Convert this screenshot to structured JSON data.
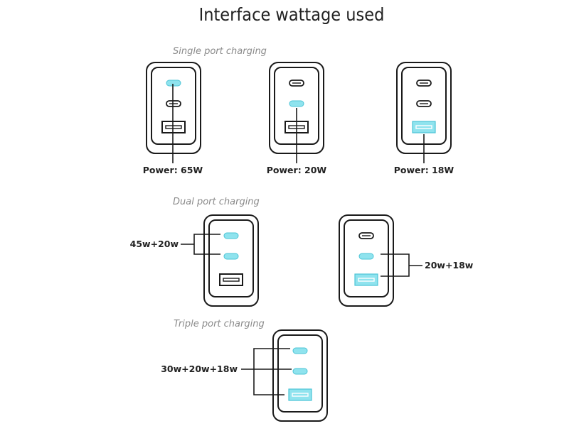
{
  "title": "Interface wattage used",
  "colors": {
    "active": "#8fe3ee",
    "active_stroke": "#4cc4d6",
    "outline": "#1a1a1a"
  },
  "sections": [
    {
      "label": "Single port charging"
    },
    {
      "label": "Dual port charging"
    },
    {
      "label": "Triple port charging"
    }
  ],
  "chargers": [
    {
      "section": "single",
      "active_ports": [
        "usb-c-1"
      ],
      "label": "Power: 65W"
    },
    {
      "section": "single",
      "active_ports": [
        "usb-c-2"
      ],
      "label": "Power: 20W"
    },
    {
      "section": "single",
      "active_ports": [
        "usb-a"
      ],
      "label": "Power: 18W"
    },
    {
      "section": "dual",
      "active_ports": [
        "usb-c-1",
        "usb-c-2"
      ],
      "label": "45w+20w"
    },
    {
      "section": "dual",
      "active_ports": [
        "usb-c-2",
        "usb-a"
      ],
      "label": "20w+18w"
    },
    {
      "section": "triple",
      "active_ports": [
        "usb-c-1",
        "usb-c-2",
        "usb-a"
      ],
      "label": "30w+20w+18w"
    }
  ]
}
